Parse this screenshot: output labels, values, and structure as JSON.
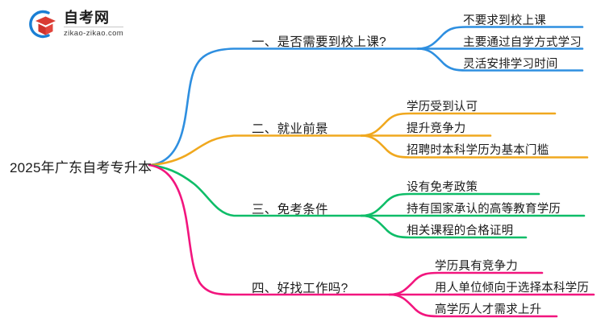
{
  "logo": {
    "title": "自考网",
    "domain": "zikao-zikao.com",
    "mark_icon": "graduation-cap-icon",
    "arc_color": "#1a7fd4",
    "cap_color": "#d93b33"
  },
  "mindmap": {
    "root": {
      "label": "2025年广东自考专升本"
    },
    "branches": [
      {
        "index": "1",
        "color": "#2e8fe0",
        "topic": "一、是否需要到校上课?",
        "leaves": [
          "不要求到校上课",
          "主要通过自学方式学习",
          "灵活安排学习时间"
        ]
      },
      {
        "index": "2",
        "color": "#f0a81e",
        "topic": "二、就业前景",
        "leaves": [
          "学历受到认可",
          "提升竞争力",
          "招聘时本科学历为基本门槛"
        ]
      },
      {
        "index": "3",
        "color": "#0ebd68",
        "topic": "三、免考条件",
        "leaves": [
          "设有免考政策",
          "持有国家承认的高等教育学历",
          "相关课程的合格证明"
        ]
      },
      {
        "index": "4",
        "color": "#f2157e",
        "topic": "四、好找工作吗?",
        "leaves": [
          "学历具有竞争力",
          "用人单位倾向于选择本科学历",
          "高学历人才需求上升"
        ]
      }
    ]
  }
}
